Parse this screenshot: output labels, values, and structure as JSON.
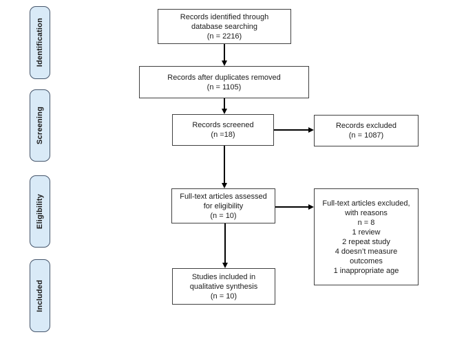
{
  "colors": {
    "stage_fill": "#d9eaf7",
    "stage_border": "#44546a",
    "box_fill": "#ffffff",
    "box_border": "#3f3f3f",
    "arrow": "#000000",
    "text": "#1a1a1a"
  },
  "stages": {
    "identification": "Identification",
    "screening": "Screening",
    "eligibility": "Eligibility",
    "included": "Included"
  },
  "nodes": {
    "identified": "Records identified through\ndatabase searching\n(n = 2216)",
    "duplicates_removed": "Records after duplicates removed\n(n = 1105)",
    "screened": "Records screened\n(n =18)",
    "records_excluded": "Records excluded\n(n = 1087)",
    "fulltext_assessed": "Full-text articles assessed\nfor eligibility\n(n = 10)",
    "fulltext_excluded": "Full-text articles excluded,\nwith reasons\nn = 8\n1 review\n2 repeat study\n4 doesn’t measure\noutcomes\n1 inappropriate age",
    "included_synthesis": "Studies included in\nqualitative synthesis\n(n = 10)"
  }
}
